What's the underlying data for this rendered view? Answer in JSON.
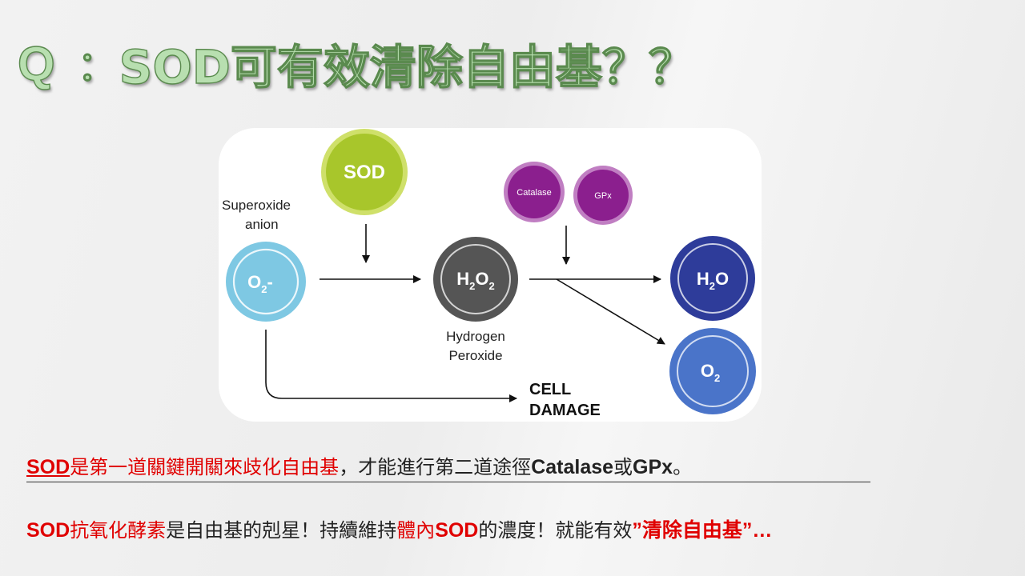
{
  "title": {
    "q": "Q",
    "colon": "：",
    "text": "SOD可有效清除自由基？？"
  },
  "diagram": {
    "sod": "SOD",
    "catalase": "Catalase",
    "gpx": "GPx",
    "superoxide_line1": "Superoxide",
    "superoxide_line2": "anion",
    "o2_minus": {
      "base": "O",
      "sub": "2",
      "suffix": "-"
    },
    "h2o2": {
      "p1": "H",
      "s1": "2",
      "p2": "O",
      "s2": "2"
    },
    "hydrogen_line1": "Hydrogen",
    "hydrogen_line2": "Peroxide",
    "h2o": {
      "p1": "H",
      "s1": "2",
      "p2": "O"
    },
    "o2": {
      "base": "O",
      "sub": "2"
    },
    "cell_line1": "CELL",
    "cell_line2": "DAMAGE",
    "colors": {
      "sod": "#a8c62b",
      "enzyme": "#8b1f8e",
      "superoxide": "#7ec8e3",
      "h2o2": "#555555",
      "h2o": "#2e3c9a",
      "o2": "#4a74c9"
    }
  },
  "text1": {
    "sod": "SOD",
    "red_part": "是第一道關鍵開關來歧化自由基",
    "comma": "，",
    "black_part": "才能進行第二道途徑",
    "catalase": "Catalase",
    "or": "或",
    "gpx": "GPx",
    "end": "。"
  },
  "text2": {
    "sod": "SOD",
    "red_part": "抗氧化酵素",
    "black_part": "是自由基的剋星！持續維持",
    "red_part2": "體內",
    "sod2": "SOD",
    "black_part2": "的濃度！就能有效",
    "quote": "”清除自由基”…"
  }
}
